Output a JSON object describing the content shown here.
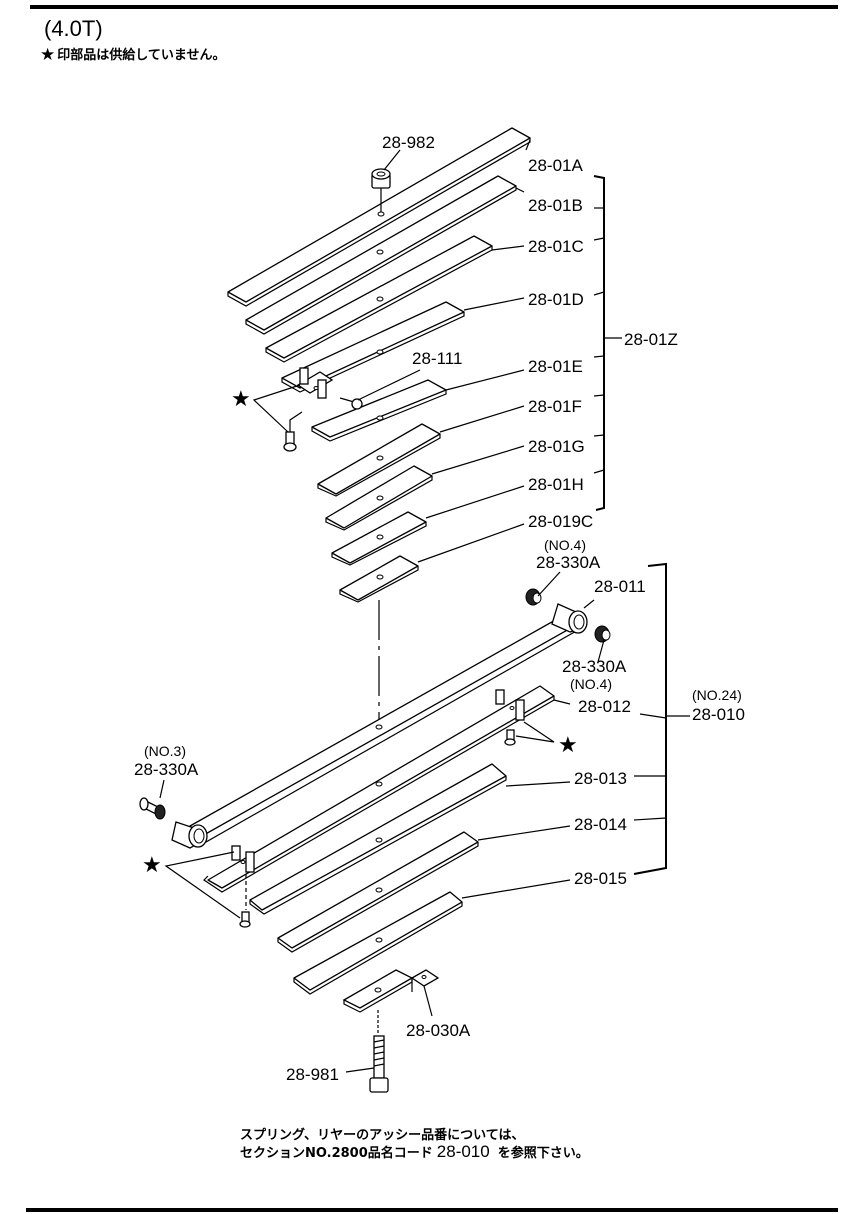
{
  "header": {
    "title": "(4.0T)",
    "note_star": "★",
    "note": "印部品は供給していません。"
  },
  "callouts": {
    "p28_982": "28-982",
    "p28_01A": "28-01A",
    "p28_01B": "28-01B",
    "p28_01C": "28-01C",
    "p28_01D": "28-01D",
    "p28_01E": "28-01E",
    "p28_01F": "28-01F",
    "p28_01G": "28-01G",
    "p28_01H": "28-01H",
    "p28_019C": "28-019C",
    "p28_01Z": "28-01Z",
    "p28_111": "28-111",
    "p28_330A_top": "28-330A",
    "p28_330A_top_qty": "(NO.4)",
    "p28_011": "28-011",
    "p28_330A_mid": "28-330A",
    "p28_330A_mid_qty": "(NO.4)",
    "p28_012": "28-012",
    "p28_010": "28-010",
    "p28_010_qty": "(NO.24)",
    "p28_330A_left": "28-330A",
    "p28_330A_left_qty": "(NO.3)",
    "p28_013": "28-013",
    "p28_014": "28-014",
    "p28_015": "28-015",
    "p28_030A": "28-030A",
    "p28_981": "28-981",
    "star": "★"
  },
  "footer": {
    "line1": "スプリング、リヤーのアッシー品番については、",
    "line2_pre": "セクションNO.2800品名コード",
    "line2_code": "28-010",
    "line2_post": "を参照下さい。"
  }
}
